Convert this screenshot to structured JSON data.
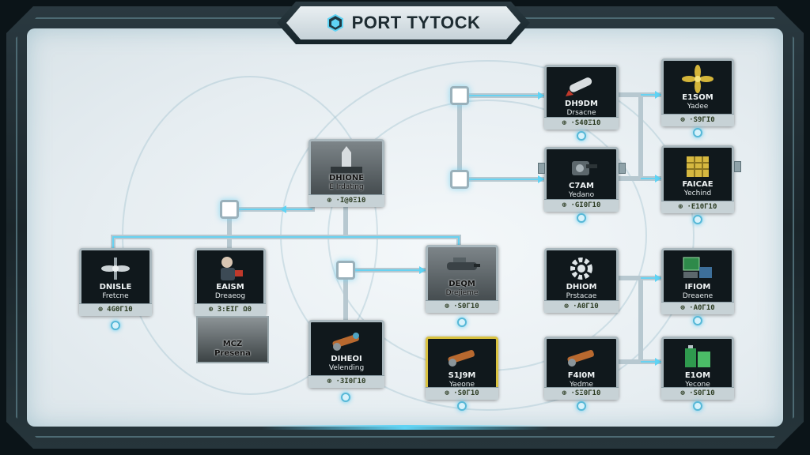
{
  "title": "PORT TYTOCK",
  "colors": {
    "accent": "#5fd3f4",
    "panel": "#e6edf1",
    "frame": "#1a252a",
    "cost_green": "#6fae2e"
  },
  "nodes": [
    {
      "id": "n1",
      "icon": "twin-prop-icon",
      "name": "DNISLE",
      "sub": "Fretcne",
      "cost": "⊕ 4G0Γ10"
    },
    {
      "id": "n2",
      "icon": "pilot-icon",
      "name": "EAISM",
      "sub": "Dreaeog",
      "cost": "⊕ 3:EΙΓ Ω0"
    },
    {
      "id": "n3",
      "icon": "tower-icon",
      "name": "DHIONE",
      "sub": "E Irdating",
      "cost": "⊕ ·I@0Ξ10"
    },
    {
      "id": "n4",
      "icon": "launcher-icon",
      "name": "DIHEOI",
      "sub": "Velending",
      "cost": "⊕ ·3I0Γ10"
    },
    {
      "id": "n5",
      "icon": "gunship-icon",
      "name": "DEQM",
      "sub": "Drejieme",
      "cost": "⊕ ·S0Γ10"
    },
    {
      "id": "n6",
      "icon": "cannon-icon",
      "name": "S1J9M",
      "sub": "Yaeone",
      "cost": "⊕ ·S0Γ10"
    },
    {
      "id": "n7",
      "icon": "rocket-icon",
      "name": "DH9DM",
      "sub": "Drsacne",
      "cost": "⊕ ·S40Ξ10"
    },
    {
      "id": "n8",
      "icon": "turret-icon",
      "name": "C7AM",
      "sub": "Yedano",
      "cost": "⊕ ·GI0Γ10"
    },
    {
      "id": "n9",
      "icon": "gear-icon",
      "name": "DHIOM",
      "sub": "Prstacae",
      "cost": "⊕ ·A0Γ10"
    },
    {
      "id": "n10",
      "icon": "cannon-icon",
      "name": "F4I0M",
      "sub": "Yedme",
      "cost": "⊕ ·SΞ0Γ10"
    },
    {
      "id": "n11",
      "icon": "propeller-icon",
      "name": "E1SOM",
      "sub": "Yadee",
      "cost": "⊕ ·S9ΓI0"
    },
    {
      "id": "n12",
      "icon": "crate-icon",
      "name": "FAICAE",
      "sub": "Yechind",
      "cost": "⊕ ·E10Γ10"
    },
    {
      "id": "n13",
      "icon": "console-icon",
      "name": "IFIOM",
      "sub": "Dreaene",
      "cost": "⊕ ·A0Γ10"
    },
    {
      "id": "n14",
      "icon": "battery-icon",
      "name": "E1OM",
      "sub": "Yecone",
      "cost": "⊕ ·S0Γ10"
    }
  ],
  "extra_panel": {
    "line1": "MCZ",
    "line2": "Presena"
  }
}
